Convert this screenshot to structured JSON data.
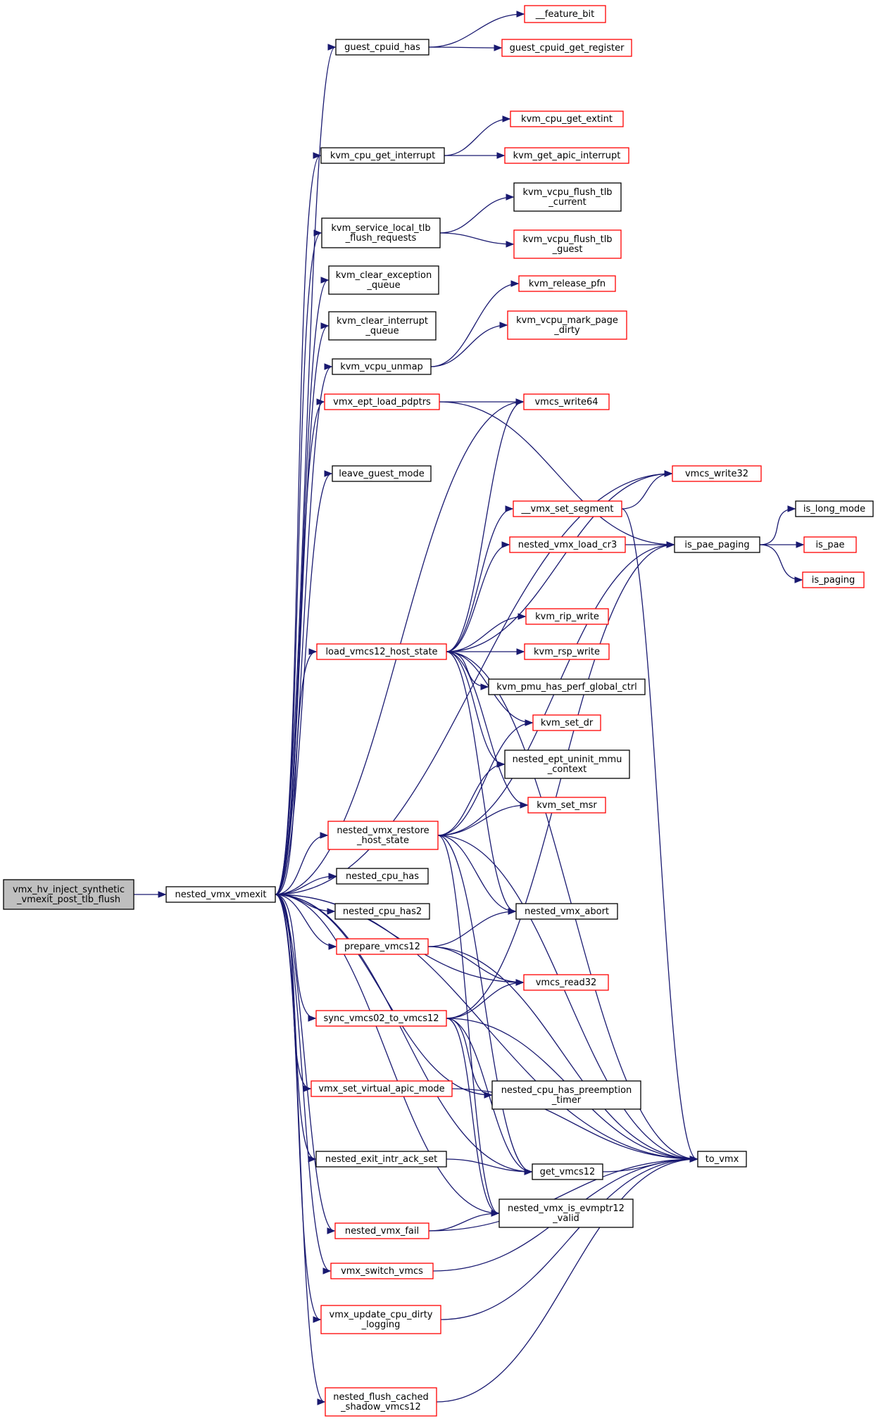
{
  "colors": {
    "edge": "#191970",
    "border_normal": "#000000",
    "border_incomplete": "#ff0000",
    "fill_root": "#bfbfbf",
    "fill_default": "#ffffff"
  },
  "nodes": [
    {
      "id": "root",
      "lines": [
        "vmx_hv_inject_synthetic",
        "_vmexit_post_tlb_flush"
      ],
      "style": "root"
    },
    {
      "id": "nested_vmx_vmexit",
      "lines": [
        "nested_vmx_vmexit"
      ],
      "style": "normal"
    },
    {
      "id": "guest_cpuid_has",
      "lines": [
        "guest_cpuid_has"
      ],
      "style": "normal"
    },
    {
      "id": "feature_bit",
      "lines": [
        "__feature_bit"
      ],
      "style": "incomplete"
    },
    {
      "id": "guest_cpuid_get_register",
      "lines": [
        "guest_cpuid_get_register"
      ],
      "style": "incomplete"
    },
    {
      "id": "kvm_cpu_get_interrupt",
      "lines": [
        "kvm_cpu_get_interrupt"
      ],
      "style": "normal"
    },
    {
      "id": "kvm_cpu_get_extint",
      "lines": [
        "kvm_cpu_get_extint"
      ],
      "style": "incomplete"
    },
    {
      "id": "kvm_get_apic_interrupt",
      "lines": [
        "kvm_get_apic_interrupt"
      ],
      "style": "incomplete"
    },
    {
      "id": "kvm_service_local_tlb",
      "lines": [
        "kvm_service_local_tlb",
        "_flush_requests"
      ],
      "style": "normal"
    },
    {
      "id": "kvm_vcpu_flush_tlb_current",
      "lines": [
        "kvm_vcpu_flush_tlb",
        "_current"
      ],
      "style": "normal"
    },
    {
      "id": "kvm_vcpu_flush_tlb_guest",
      "lines": [
        "kvm_vcpu_flush_tlb",
        "_guest"
      ],
      "style": "incomplete"
    },
    {
      "id": "kvm_clear_exception_queue",
      "lines": [
        "kvm_clear_exception",
        "_queue"
      ],
      "style": "normal"
    },
    {
      "id": "kvm_clear_interrupt_queue",
      "lines": [
        "kvm_clear_interrupt",
        "_queue"
      ],
      "style": "normal"
    },
    {
      "id": "kvm_release_pfn",
      "lines": [
        "kvm_release_pfn"
      ],
      "style": "incomplete"
    },
    {
      "id": "kvm_vcpu_mark_page_dirty",
      "lines": [
        "kvm_vcpu_mark_page",
        "_dirty"
      ],
      "style": "incomplete"
    },
    {
      "id": "kvm_vcpu_unmap",
      "lines": [
        "kvm_vcpu_unmap"
      ],
      "style": "normal"
    },
    {
      "id": "vmx_ept_load_pdptrs",
      "lines": [
        "vmx_ept_load_pdptrs"
      ],
      "style": "incomplete"
    },
    {
      "id": "vmcs_write64",
      "lines": [
        "vmcs_write64"
      ],
      "style": "incomplete"
    },
    {
      "id": "leave_guest_mode",
      "lines": [
        "leave_guest_mode"
      ],
      "style": "normal"
    },
    {
      "id": "vmcs_write32",
      "lines": [
        "vmcs_write32"
      ],
      "style": "incomplete"
    },
    {
      "id": "vmx_set_segment",
      "lines": [
        "__vmx_set_segment"
      ],
      "style": "incomplete"
    },
    {
      "id": "is_long_mode",
      "lines": [
        "is_long_mode"
      ],
      "style": "normal"
    },
    {
      "id": "nested_vmx_load_cr3",
      "lines": [
        "nested_vmx_load_cr3"
      ],
      "style": "incomplete"
    },
    {
      "id": "is_pae_paging",
      "lines": [
        "is_pae_paging"
      ],
      "style": "normal"
    },
    {
      "id": "is_pae",
      "lines": [
        "is_pae"
      ],
      "style": "incomplete"
    },
    {
      "id": "is_paging",
      "lines": [
        "is_paging"
      ],
      "style": "incomplete"
    },
    {
      "id": "kvm_rip_write",
      "lines": [
        "kvm_rip_write"
      ],
      "style": "incomplete"
    },
    {
      "id": "load_vmcs12_host_state",
      "lines": [
        "load_vmcs12_host_state"
      ],
      "style": "incomplete"
    },
    {
      "id": "kvm_rsp_write",
      "lines": [
        "kvm_rsp_write"
      ],
      "style": "incomplete"
    },
    {
      "id": "kvm_pmu_has_perf_global_ctrl",
      "lines": [
        "kvm_pmu_has_perf_global_ctrl"
      ],
      "style": "normal"
    },
    {
      "id": "kvm_set_dr",
      "lines": [
        "kvm_set_dr"
      ],
      "style": "incomplete"
    },
    {
      "id": "nested_ept_uninit_mmu_context",
      "lines": [
        "nested_ept_uninit_mmu",
        "_context"
      ],
      "style": "normal"
    },
    {
      "id": "kvm_set_msr",
      "lines": [
        "kvm_set_msr"
      ],
      "style": "incomplete"
    },
    {
      "id": "nested_vmx_restore_host_state",
      "lines": [
        "nested_vmx_restore",
        "_host_state"
      ],
      "style": "incomplete"
    },
    {
      "id": "nested_cpu_has",
      "lines": [
        "nested_cpu_has"
      ],
      "style": "normal"
    },
    {
      "id": "nested_vmx_abort",
      "lines": [
        "nested_vmx_abort"
      ],
      "style": "normal"
    },
    {
      "id": "nested_cpu_has2",
      "lines": [
        "nested_cpu_has2"
      ],
      "style": "normal"
    },
    {
      "id": "prepare_vmcs12",
      "lines": [
        "prepare_vmcs12"
      ],
      "style": "incomplete"
    },
    {
      "id": "vmcs_read32",
      "lines": [
        "vmcs_read32"
      ],
      "style": "incomplete"
    },
    {
      "id": "sync_vmcs02_to_vmcs12",
      "lines": [
        "sync_vmcs02_to_vmcs12"
      ],
      "style": "incomplete"
    },
    {
      "id": "vmx_set_virtual_apic_mode",
      "lines": [
        "vmx_set_virtual_apic_mode"
      ],
      "style": "incomplete"
    },
    {
      "id": "nested_cpu_has_preemption_timer",
      "lines": [
        "nested_cpu_has_preemption",
        "_timer"
      ],
      "style": "normal"
    },
    {
      "id": "to_vmx",
      "lines": [
        "to_vmx"
      ],
      "style": "normal"
    },
    {
      "id": "nested_exit_intr_ack_set",
      "lines": [
        "nested_exit_intr_ack_set"
      ],
      "style": "normal"
    },
    {
      "id": "get_vmcs12",
      "lines": [
        "get_vmcs12"
      ],
      "style": "normal"
    },
    {
      "id": "nested_vmx_fail",
      "lines": [
        "nested_vmx_fail"
      ],
      "style": "incomplete"
    },
    {
      "id": "nested_vmx_is_evmptr12_valid",
      "lines": [
        "nested_vmx_is_evmptr12",
        "_valid"
      ],
      "style": "normal"
    },
    {
      "id": "vmx_switch_vmcs",
      "lines": [
        "vmx_switch_vmcs"
      ],
      "style": "incomplete"
    },
    {
      "id": "vmx_update_cpu_dirty_logging",
      "lines": [
        "vmx_update_cpu_dirty",
        "_logging"
      ],
      "style": "incomplete"
    },
    {
      "id": "nested_flush_cached_shadow_vmcs12",
      "lines": [
        "nested_flush_cached",
        "_shadow_vmcs12"
      ],
      "style": "incomplete"
    }
  ],
  "edges": [
    [
      "root",
      "nested_vmx_vmexit"
    ],
    [
      "nested_vmx_vmexit",
      "guest_cpuid_has"
    ],
    [
      "guest_cpuid_has",
      "feature_bit"
    ],
    [
      "guest_cpuid_has",
      "guest_cpuid_get_register"
    ],
    [
      "nested_vmx_vmexit",
      "vmcs_write32"
    ],
    [
      "nested_vmx_vmexit",
      "kvm_cpu_get_interrupt"
    ],
    [
      "kvm_cpu_get_interrupt",
      "kvm_cpu_get_extint"
    ],
    [
      "kvm_cpu_get_interrupt",
      "kvm_get_apic_interrupt"
    ],
    [
      "nested_vmx_vmexit",
      "kvm_service_local_tlb"
    ],
    [
      "kvm_service_local_tlb",
      "kvm_vcpu_flush_tlb_current"
    ],
    [
      "kvm_service_local_tlb",
      "kvm_vcpu_flush_tlb_guest"
    ],
    [
      "nested_vmx_vmexit",
      "kvm_clear_exception_queue"
    ],
    [
      "nested_vmx_vmexit",
      "kvm_clear_interrupt_queue"
    ],
    [
      "nested_vmx_vmexit",
      "kvm_vcpu_unmap"
    ],
    [
      "kvm_vcpu_unmap",
      "kvm_release_pfn"
    ],
    [
      "kvm_vcpu_unmap",
      "kvm_vcpu_mark_page_dirty"
    ],
    [
      "nested_vmx_vmexit",
      "vmx_ept_load_pdptrs"
    ],
    [
      "vmx_ept_load_pdptrs",
      "vmcs_write64"
    ],
    [
      "vmx_ept_load_pdptrs",
      "is_pae_paging"
    ],
    [
      "nested_vmx_vmexit",
      "vmcs_write64"
    ],
    [
      "nested_vmx_vmexit",
      "leave_guest_mode"
    ],
    [
      "nested_vmx_vmexit",
      "load_vmcs12_host_state"
    ],
    [
      "load_vmcs12_host_state",
      "vmcs_write64"
    ],
    [
      "load_vmcs12_host_state",
      "vmcs_write32"
    ],
    [
      "load_vmcs12_host_state",
      "vmx_set_segment"
    ],
    [
      "vmx_set_segment",
      "vmcs_write32"
    ],
    [
      "vmx_set_segment",
      "to_vmx"
    ],
    [
      "load_vmcs12_host_state",
      "nested_vmx_load_cr3"
    ],
    [
      "nested_vmx_load_cr3",
      "is_pae_paging"
    ],
    [
      "is_pae_paging",
      "is_long_mode"
    ],
    [
      "is_pae_paging",
      "is_pae"
    ],
    [
      "is_pae_paging",
      "is_paging"
    ],
    [
      "load_vmcs12_host_state",
      "to_vmx"
    ],
    [
      "load_vmcs12_host_state",
      "kvm_rip_write"
    ],
    [
      "load_vmcs12_host_state",
      "kvm_rsp_write"
    ],
    [
      "load_vmcs12_host_state",
      "kvm_pmu_has_perf_global_ctrl"
    ],
    [
      "load_vmcs12_host_state",
      "kvm_set_dr"
    ],
    [
      "load_vmcs12_host_state",
      "nested_ept_uninit_mmu_context"
    ],
    [
      "load_vmcs12_host_state",
      "kvm_set_msr"
    ],
    [
      "load_vmcs12_host_state",
      "nested_vmx_abort"
    ],
    [
      "nested_vmx_vmexit",
      "nested_vmx_restore_host_state"
    ],
    [
      "nested_vmx_restore_host_state",
      "kvm_set_dr"
    ],
    [
      "nested_vmx_restore_host_state",
      "nested_ept_uninit_mmu_context"
    ],
    [
      "nested_vmx_restore_host_state",
      "kvm_set_msr"
    ],
    [
      "nested_vmx_restore_host_state",
      "is_pae_paging"
    ],
    [
      "nested_vmx_restore_host_state",
      "nested_vmx_abort"
    ],
    [
      "nested_vmx_restore_host_state",
      "to_vmx"
    ],
    [
      "nested_vmx_restore_host_state",
      "get_vmcs12"
    ],
    [
      "nested_vmx_restore_host_state",
      "nested_vmx_is_evmptr12_valid"
    ],
    [
      "nested_vmx_vmexit",
      "nested_cpu_has"
    ],
    [
      "nested_vmx_vmexit",
      "nested_cpu_has2"
    ],
    [
      "nested_vmx_vmexit",
      "prepare_vmcs12"
    ],
    [
      "prepare_vmcs12",
      "nested_vmx_abort"
    ],
    [
      "prepare_vmcs12",
      "vmcs_read32"
    ],
    [
      "prepare_vmcs12",
      "to_vmx"
    ],
    [
      "nested_vmx_vmexit",
      "vmcs_read32"
    ],
    [
      "nested_vmx_vmexit",
      "sync_vmcs02_to_vmcs12"
    ],
    [
      "sync_vmcs02_to_vmcs12",
      "vmcs_read32"
    ],
    [
      "sync_vmcs02_to_vmcs12",
      "is_pae_paging"
    ],
    [
      "sync_vmcs02_to_vmcs12",
      "nested_cpu_has_preemption_timer"
    ],
    [
      "sync_vmcs02_to_vmcs12",
      "to_vmx"
    ],
    [
      "sync_vmcs02_to_vmcs12",
      "get_vmcs12"
    ],
    [
      "sync_vmcs02_to_vmcs12",
      "nested_vmx_is_evmptr12_valid"
    ],
    [
      "nested_vmx_vmexit",
      "nested_cpu_has_preemption_timer"
    ],
    [
      "nested_vmx_vmexit",
      "vmx_set_virtual_apic_mode"
    ],
    [
      "vmx_set_virtual_apic_mode",
      "to_vmx"
    ],
    [
      "nested_vmx_vmexit",
      "get_vmcs12"
    ],
    [
      "get_vmcs12",
      "to_vmx"
    ],
    [
      "nested_vmx_vmexit",
      "nested_exit_intr_ack_set"
    ],
    [
      "nested_exit_intr_ack_set",
      "get_vmcs12"
    ],
    [
      "nested_vmx_vmexit",
      "nested_vmx_is_evmptr12_valid"
    ],
    [
      "nested_vmx_vmexit",
      "nested_vmx_fail"
    ],
    [
      "nested_vmx_fail",
      "nested_vmx_is_evmptr12_valid"
    ],
    [
      "nested_vmx_fail",
      "to_vmx"
    ],
    [
      "nested_vmx_vmexit",
      "vmx_switch_vmcs"
    ],
    [
      "vmx_switch_vmcs",
      "to_vmx"
    ],
    [
      "nested_vmx_vmexit",
      "vmx_update_cpu_dirty_logging"
    ],
    [
      "vmx_update_cpu_dirty_logging",
      "to_vmx"
    ],
    [
      "nested_vmx_vmexit",
      "to_vmx"
    ],
    [
      "nested_vmx_vmexit",
      "nested_flush_cached_shadow_vmcs12"
    ],
    [
      "nested_flush_cached_shadow_vmcs12",
      "to_vmx"
    ]
  ]
}
